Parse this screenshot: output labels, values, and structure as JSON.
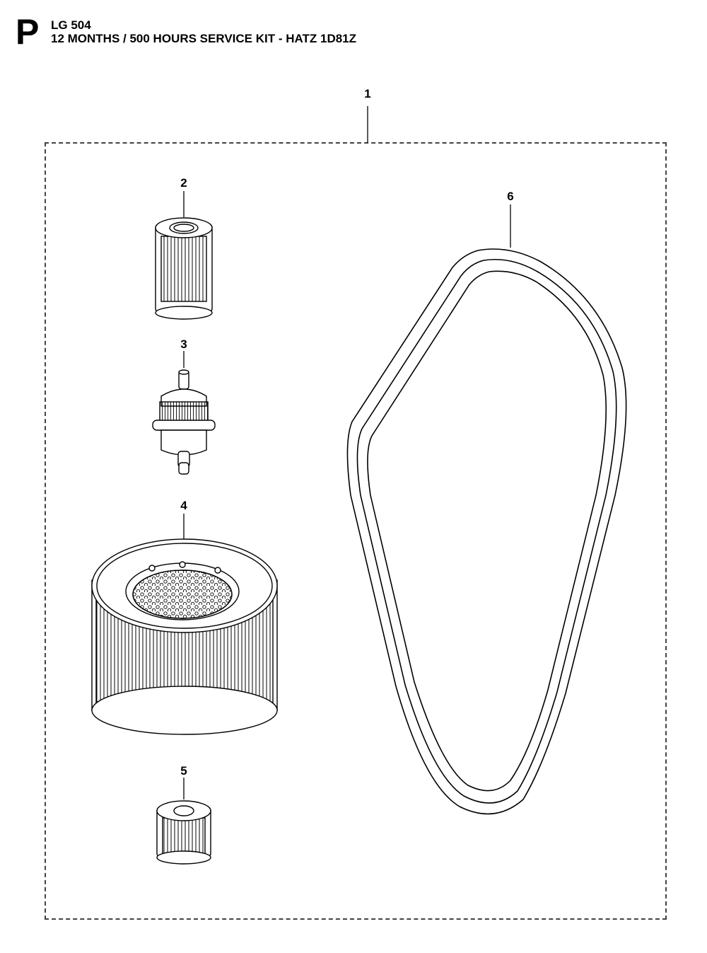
{
  "header": {
    "section_letter": "P",
    "model": "LG 504",
    "title": "12 MONTHS / 500 HOURS SERVICE KIT - HATZ 1D81Z"
  },
  "callouts": [
    {
      "id": "1",
      "part": "service-kit"
    },
    {
      "id": "2",
      "part": "fuel-filter-element"
    },
    {
      "id": "3",
      "part": "inline-fuel-filter"
    },
    {
      "id": "4",
      "part": "air-filter"
    },
    {
      "id": "5",
      "part": "oil-filter"
    },
    {
      "id": "6",
      "part": "v-belt"
    }
  ]
}
